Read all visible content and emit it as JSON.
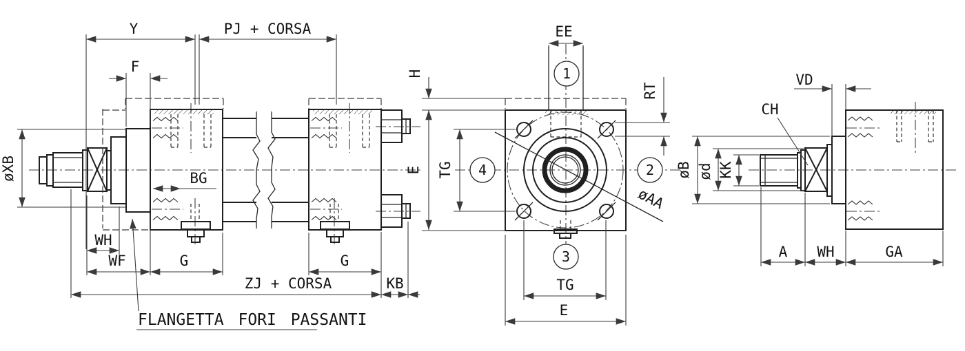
{
  "colors": {
    "background": "#ffffff",
    "outline": "#1f1f1f",
    "dim": "#3a3a3a"
  },
  "note": {
    "text": "FLANGETTA FORI PASSANTI"
  },
  "side_view": {
    "dims": {
      "y": "Y",
      "pj_corsa": "PJ + CORSA",
      "f": "F",
      "xb": "øXB",
      "bg": "BG",
      "wh": "WH",
      "wf": "WF",
      "g_front": "G",
      "g_rear": "G",
      "zj_corsa": "ZJ + CORSA",
      "kb": "KB"
    }
  },
  "front_view": {
    "dims": {
      "ee": "EE",
      "h": "H",
      "e_vertical": "E",
      "tg_vertical": "TG",
      "rt": "RT",
      "aa": "øAA",
      "tg_horizontal": "TG",
      "e_horizontal": "E"
    },
    "ports": {
      "p1": "1",
      "p2": "2",
      "p3": "3",
      "p4": "4"
    }
  },
  "end_view": {
    "dims": {
      "vd": "VD",
      "ch": "CH",
      "b": "øB",
      "d": "ød",
      "kk": "KK",
      "a": "A",
      "wh": "WH",
      "ga": "GA"
    }
  }
}
